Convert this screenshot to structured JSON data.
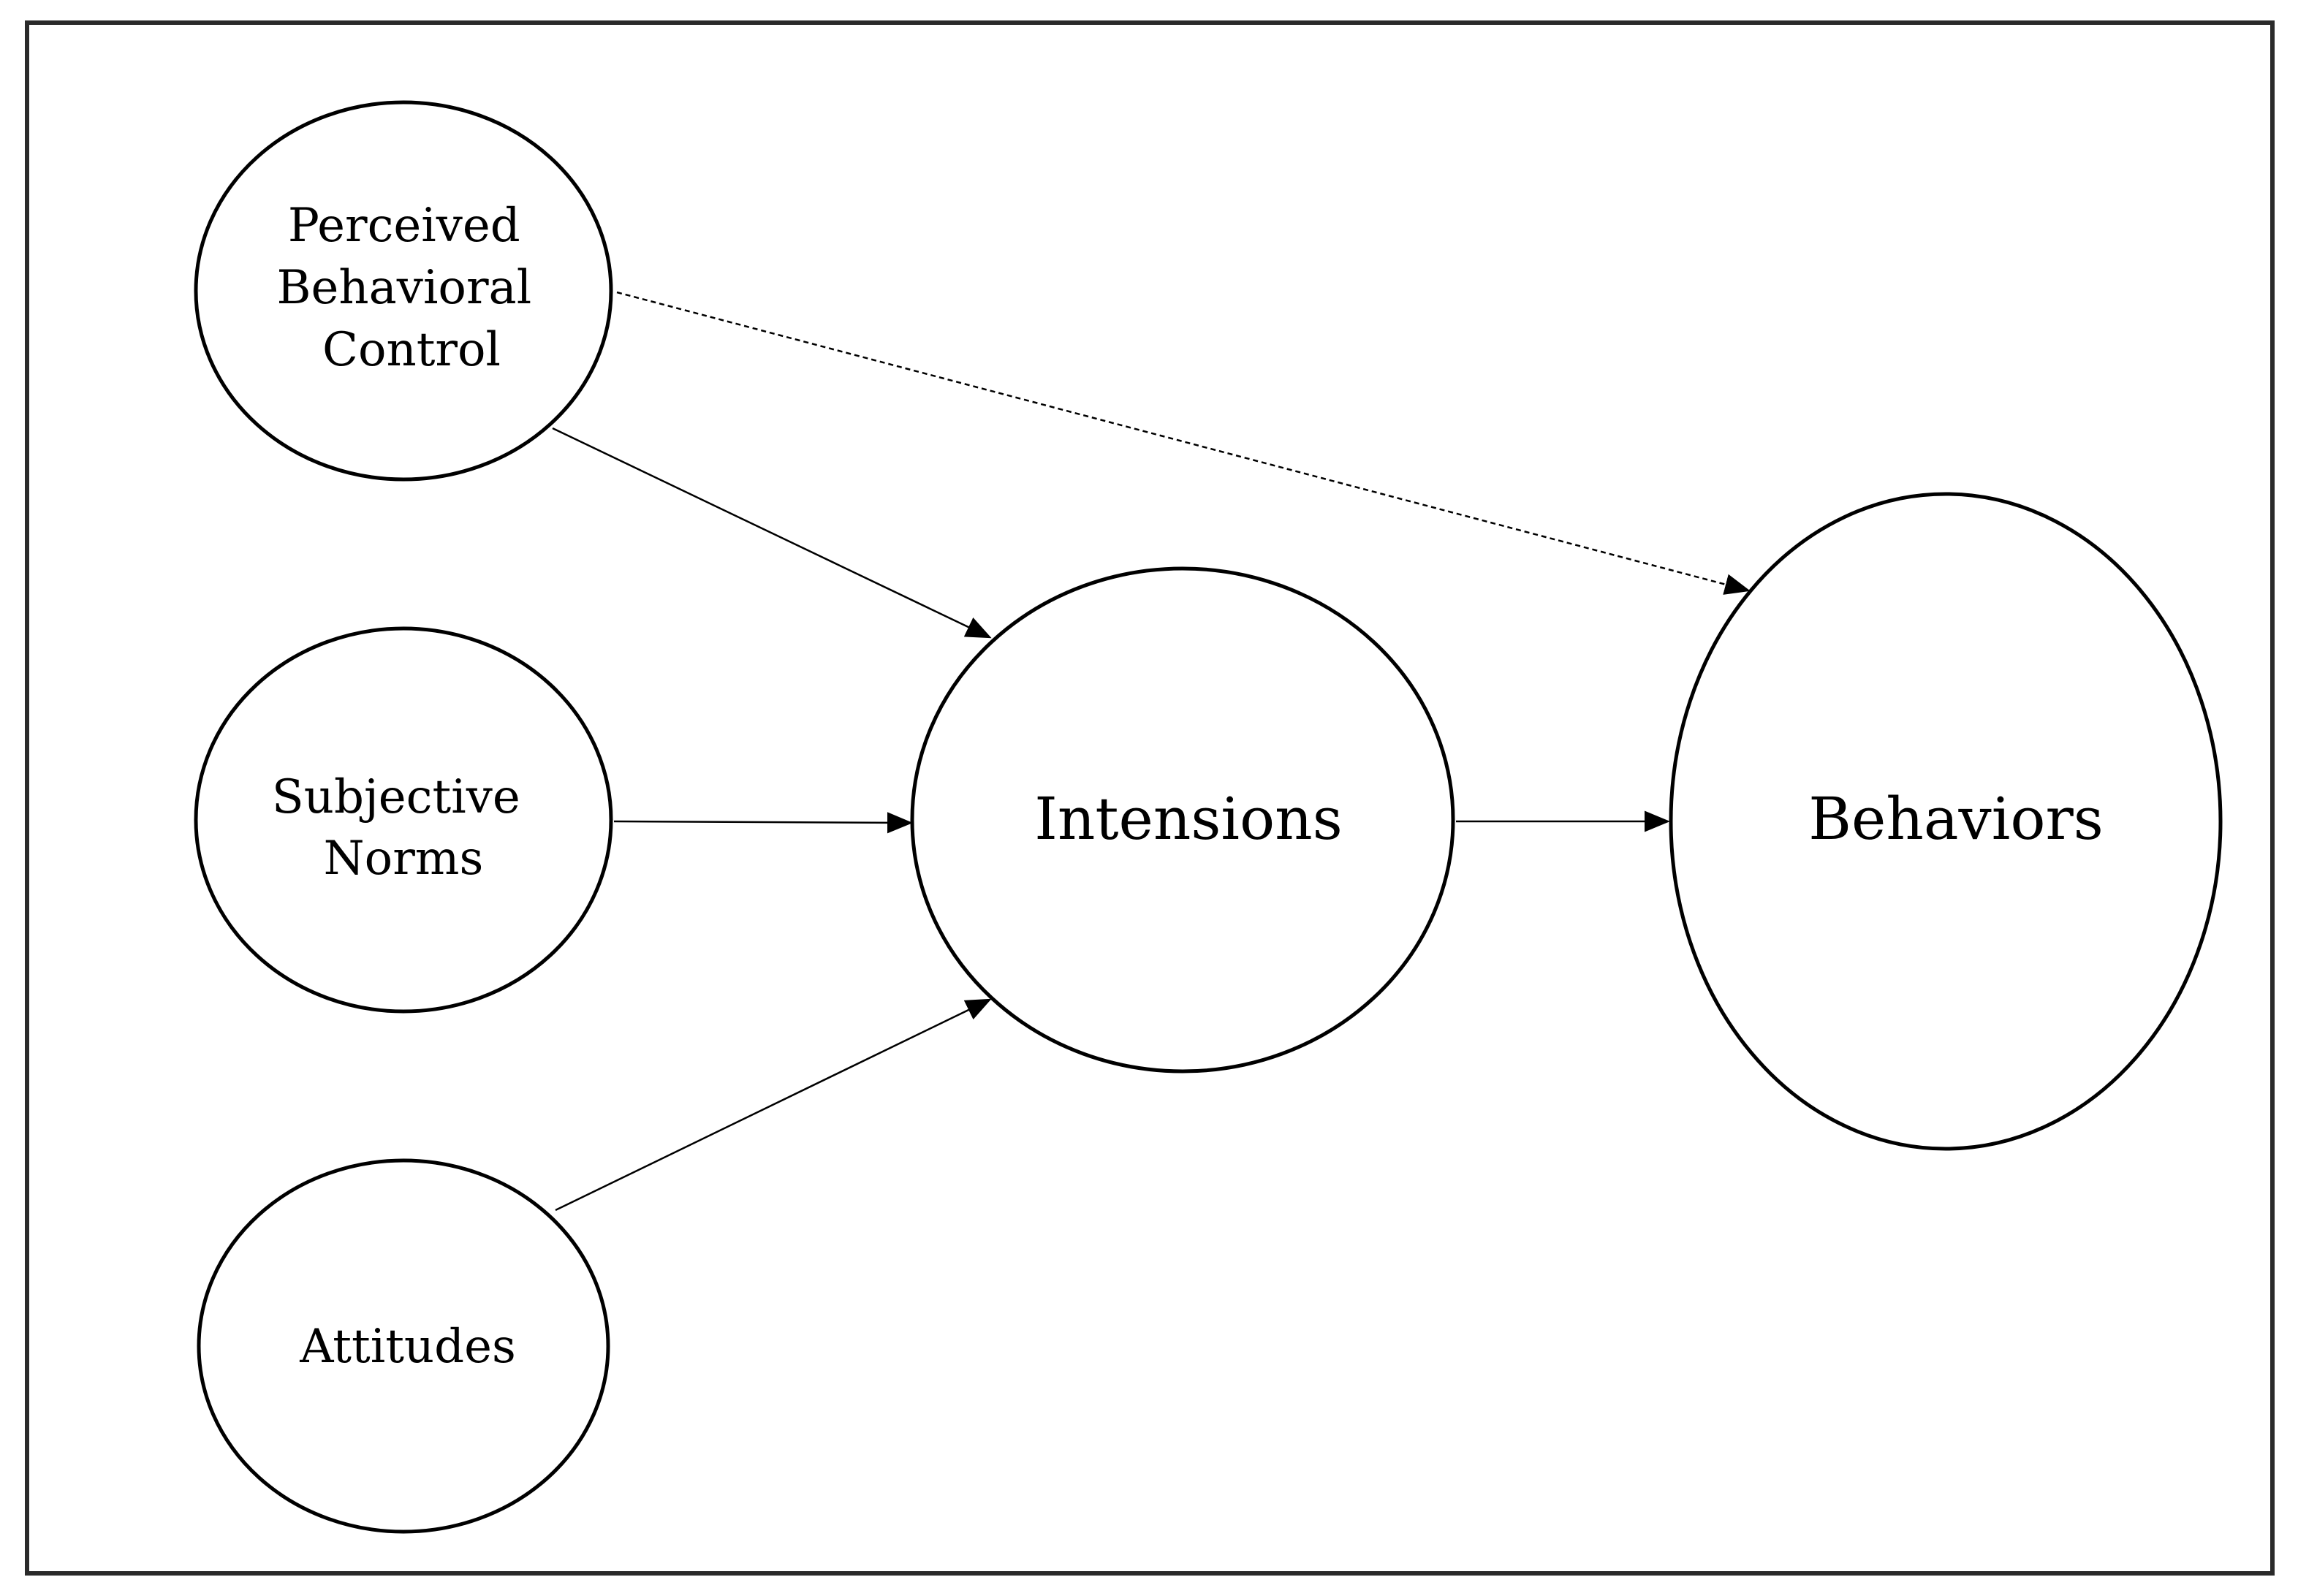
{
  "diagram": {
    "nodes": {
      "pbc": {
        "lines": [
          "Perceived",
          "Behavioral",
          "Control"
        ]
      },
      "norms": {
        "lines": [
          "Subjective",
          "Norms"
        ]
      },
      "attitudes": {
        "lines": [
          "Attitudes"
        ]
      },
      "intensions": {
        "label": "Intensions"
      },
      "behaviors": {
        "label": "Behaviors"
      }
    },
    "edges": [
      {
        "from": "Perceived Behavioral Control",
        "to": "Intensions",
        "style": "solid"
      },
      {
        "from": "Subjective Norms",
        "to": "Intensions",
        "style": "solid"
      },
      {
        "from": "Attitudes",
        "to": "Intensions",
        "style": "solid"
      },
      {
        "from": "Intensions",
        "to": "Behaviors",
        "style": "solid"
      },
      {
        "from": "Perceived Behavioral Control",
        "to": "Behaviors",
        "style": "dashed"
      }
    ],
    "colors": {
      "stroke": "#000000",
      "frame": "#2a2a2a",
      "background": "#ffffff"
    }
  }
}
